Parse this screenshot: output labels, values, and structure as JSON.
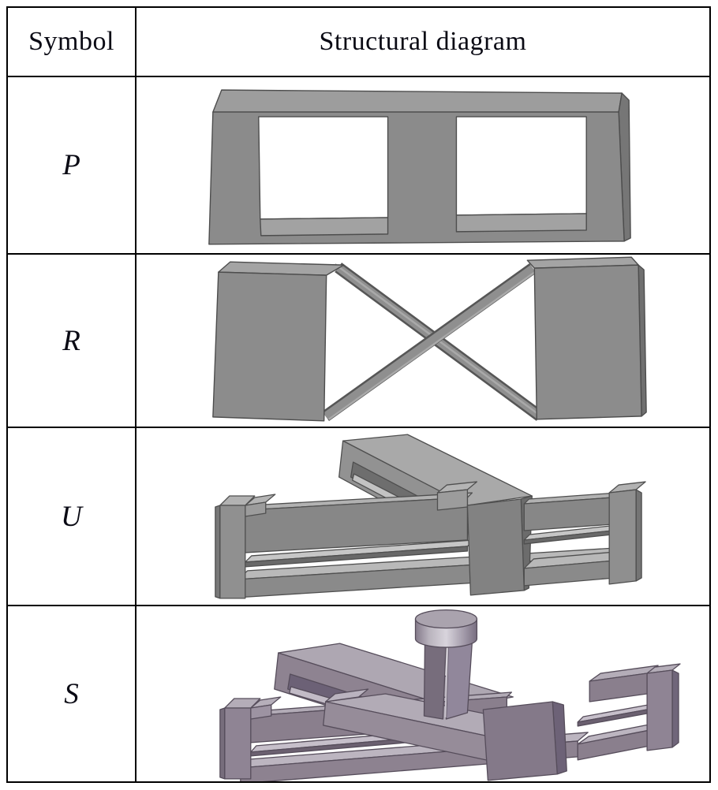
{
  "table": {
    "header": {
      "symbol": "Symbol",
      "diagram": "Structural diagram"
    },
    "rows": [
      {
        "symbol": "P",
        "diagram_name": "prismatic-joint-flexure-diagram"
      },
      {
        "symbol": "R",
        "diagram_name": "revolute-joint-cross-axis-flexure-diagram"
      },
      {
        "symbol": "U",
        "diagram_name": "universal-joint-flexure-diagram"
      },
      {
        "symbol": "S",
        "diagram_name": "spherical-joint-flexure-diagram"
      }
    ]
  },
  "colors": {
    "table_border": "#000000",
    "gray_front": "#8b8b8b",
    "gray_top": "#a6a6a6",
    "gray_light_strip": "#c6c6c6",
    "gray_dark_side": "#707070",
    "purple_front": "#8d8290",
    "purple_top": "#aea7b2",
    "purple_light_strip": "#c2bbc6",
    "background": "#ffffff"
  }
}
